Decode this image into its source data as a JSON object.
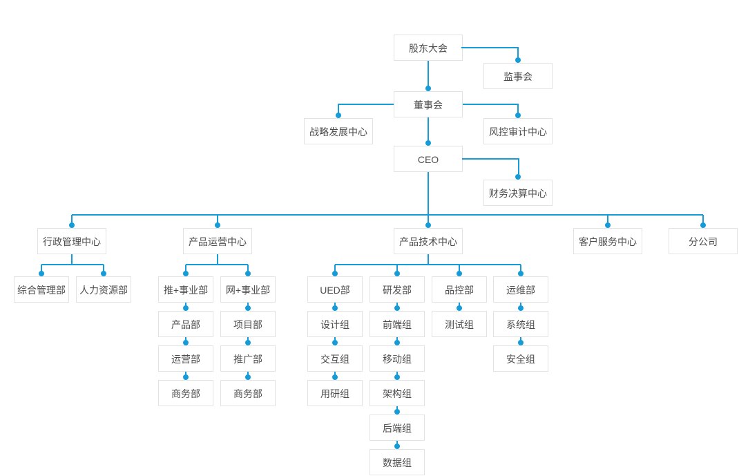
{
  "nodes": {
    "shareholders_meeting": "股东大会",
    "supervisory_board": "监事会",
    "board_of_directors": "董事会",
    "strategy_development_center": "战略发展中心",
    "risk_audit_center": "风控审计中心",
    "ceo": "CEO",
    "finance_settlement_center": "财务决算中心",
    "admin_management_center": "行政管理中心",
    "product_operation_center": "产品运营中心",
    "product_technology_center": "产品技术中心",
    "customer_service_center": "客户服务中心",
    "branch_company": "分公司",
    "general_management_dept": "综合管理部",
    "hr_dept": "人力资源部",
    "tui_business_division": "推+事业部",
    "wang_business_division": "网+事业部",
    "product_dept": "产品部",
    "project_dept": "项目部",
    "operation_dept": "运营部",
    "promotion_dept": "推广部",
    "business_dept_1": "商务部",
    "business_dept_2": "商务部",
    "ued_dept": "UED部",
    "rd_dept": "研发部",
    "quality_control_dept": "品控部",
    "operations_maintenance_dept": "运维部",
    "design_group": "设计组",
    "frontend_group": "前端组",
    "test_group": "测试组",
    "system_group": "系统组",
    "interaction_group": "交互组",
    "mobile_group": "移动组",
    "security_group": "安全组",
    "user_research_group": "用研组",
    "architecture_group": "架构组",
    "backend_group": "后端组",
    "data_group": "数据组"
  },
  "hierarchy": {
    "id": "shareholders_meeting",
    "children": [
      {
        "id": "supervisory_board"
      },
      {
        "id": "board_of_directors",
        "children": [
          {
            "id": "strategy_development_center"
          },
          {
            "id": "risk_audit_center"
          },
          {
            "id": "ceo",
            "children": [
              {
                "id": "finance_settlement_center"
              },
              {
                "id": "admin_management_center",
                "children": [
                  {
                    "id": "general_management_dept"
                  },
                  {
                    "id": "hr_dept"
                  }
                ]
              },
              {
                "id": "product_operation_center",
                "children": [
                  {
                    "id": "tui_business_division",
                    "children": [
                      {
                        "id": "product_dept",
                        "children": [
                          {
                            "id": "operation_dept",
                            "children": [
                              {
                                "id": "business_dept_1"
                              }
                            ]
                          }
                        ]
                      }
                    ]
                  },
                  {
                    "id": "wang_business_division",
                    "children": [
                      {
                        "id": "project_dept",
                        "children": [
                          {
                            "id": "promotion_dept",
                            "children": [
                              {
                                "id": "business_dept_2"
                              }
                            ]
                          }
                        ]
                      }
                    ]
                  }
                ]
              },
              {
                "id": "product_technology_center",
                "children": [
                  {
                    "id": "ued_dept",
                    "children": [
                      {
                        "id": "design_group",
                        "children": [
                          {
                            "id": "interaction_group",
                            "children": [
                              {
                                "id": "user_research_group"
                              }
                            ]
                          }
                        ]
                      }
                    ]
                  },
                  {
                    "id": "rd_dept",
                    "children": [
                      {
                        "id": "frontend_group",
                        "children": [
                          {
                            "id": "mobile_group",
                            "children": [
                              {
                                "id": "architecture_group",
                                "children": [
                                  {
                                    "id": "backend_group",
                                    "children": [
                                      {
                                        "id": "data_group"
                                      }
                                    ]
                                  }
                                ]
                              }
                            ]
                          }
                        ]
                      }
                    ]
                  },
                  {
                    "id": "quality_control_dept",
                    "children": [
                      {
                        "id": "test_group"
                      }
                    ]
                  },
                  {
                    "id": "operations_maintenance_dept",
                    "children": [
                      {
                        "id": "system_group",
                        "children": [
                          {
                            "id": "security_group"
                          }
                        ]
                      }
                    ]
                  }
                ]
              },
              {
                "id": "customer_service_center"
              },
              {
                "id": "branch_company"
              }
            ]
          }
        ]
      }
    ]
  },
  "colors": {
    "connector": "#149bd8",
    "node_border": "#e2e2e2",
    "node_text": "#4d4d4d",
    "background": "#ffffff"
  }
}
